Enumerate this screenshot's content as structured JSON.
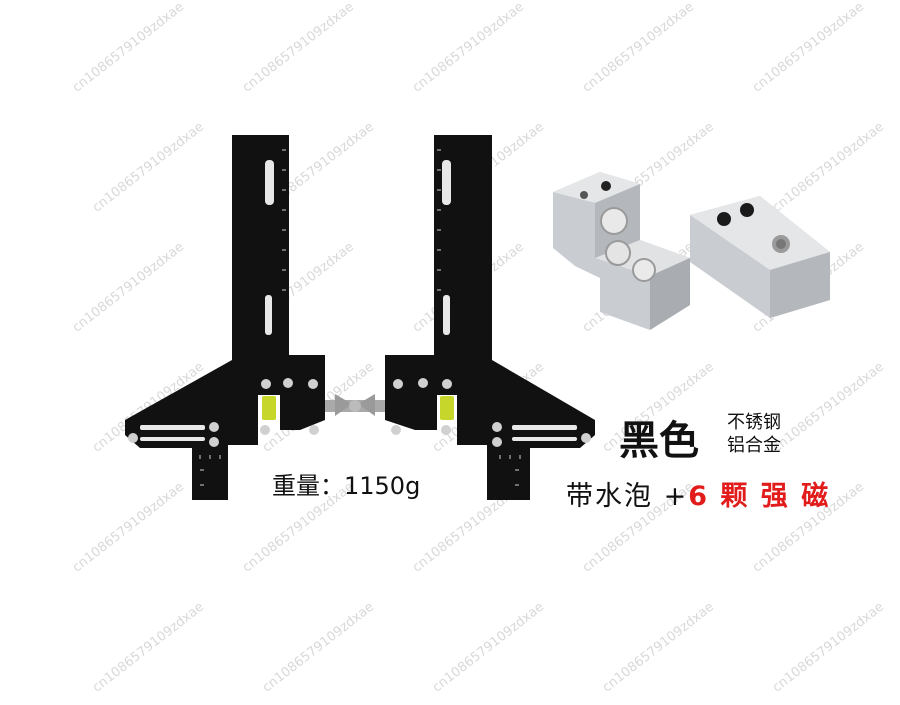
{
  "watermark_text": "cn1086579109zdxae",
  "product": {
    "weight_label": "重量：1150g",
    "color_label": "黑色",
    "material_line1": "不锈钢",
    "material_line2": "铝合金",
    "features_prefix": "带水泡 +",
    "features_highlight": "6 颗 强 磁"
  },
  "colors": {
    "tool": "#111111",
    "highlight": "#e21b1b",
    "bubble_level": "#c7d62a",
    "magnet_block": "#c9ccd0"
  }
}
